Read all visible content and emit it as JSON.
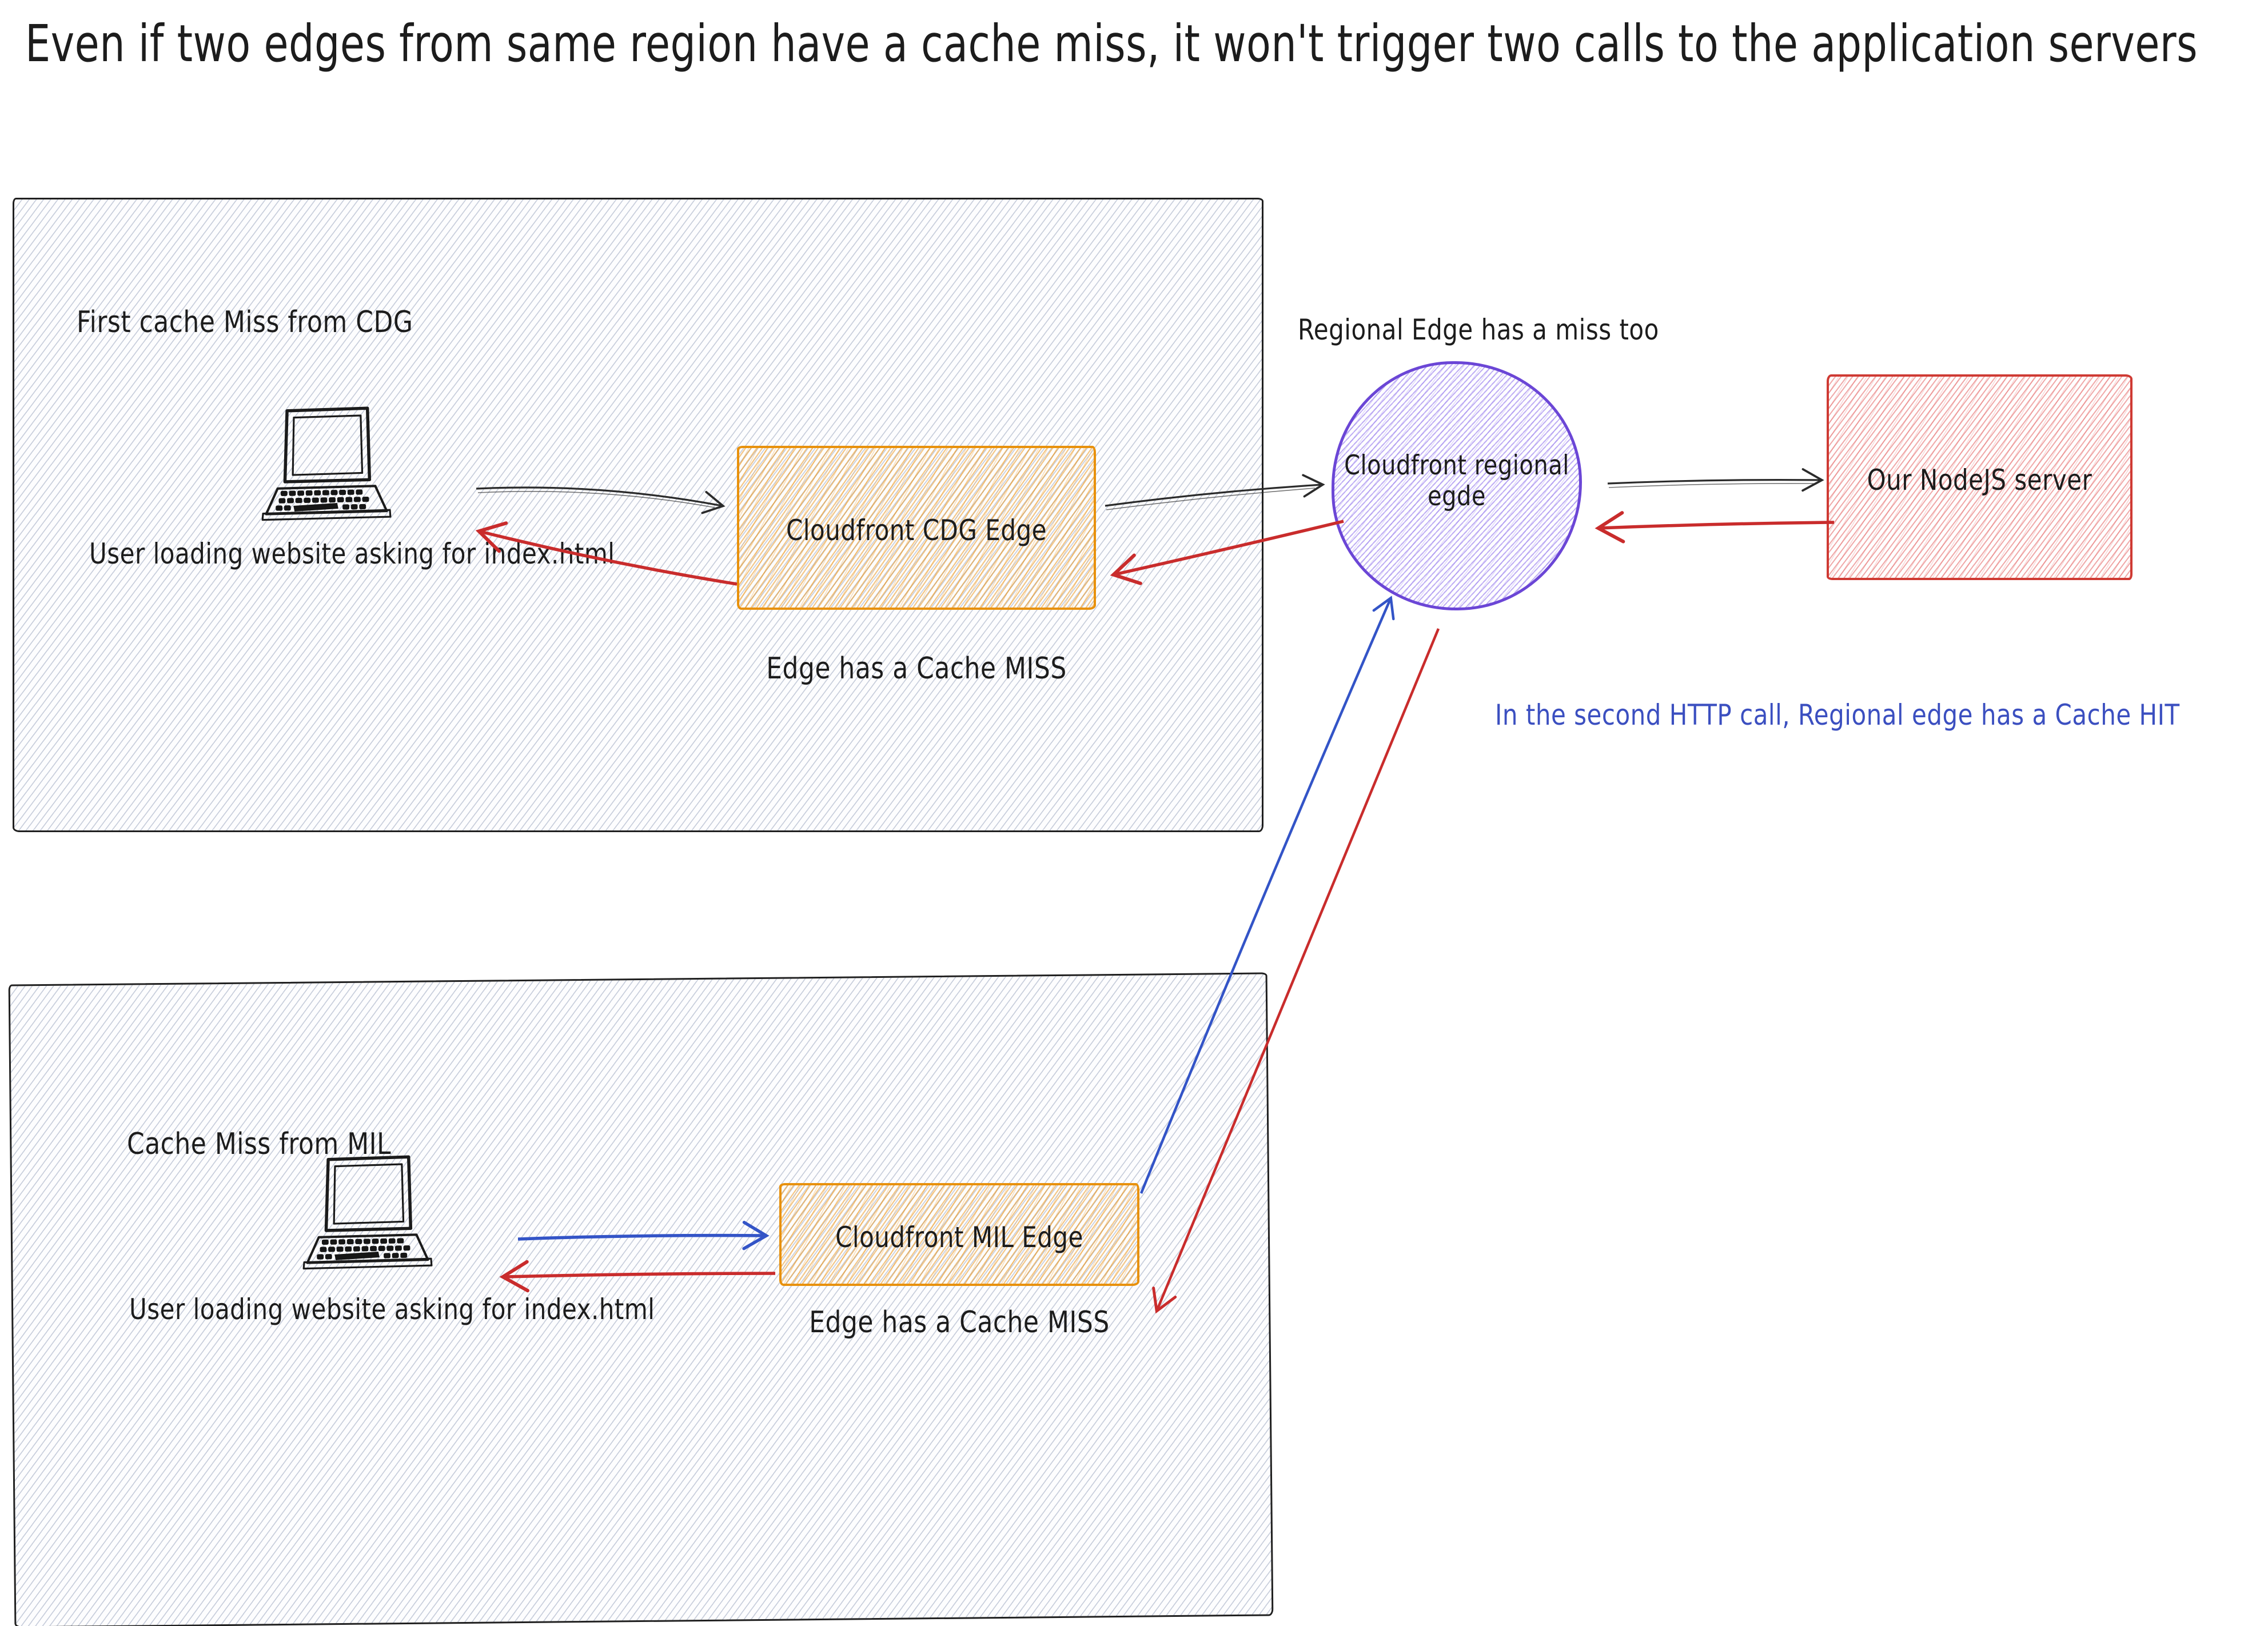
{
  "title": "Even if two edges from same region have a cache miss, it won't trigger two calls to the application servers",
  "regions": {
    "cdg": {
      "label": "First cache Miss from CDG",
      "user_caption": "User loading website asking for index.html",
      "edge_label": "Cloudfront CDG Edge",
      "edge_status": "Edge has a Cache MISS"
    },
    "mil": {
      "label": "Cache Miss from MIL",
      "user_caption": "User loading website asking for index.html",
      "edge_label": "Cloudfront MIL Edge",
      "edge_status": "Edge has a Cache MISS"
    }
  },
  "regional_edge": {
    "caption": "Regional Edge has a miss too",
    "label_line1": "Cloudfront regional",
    "label_line2": "egde"
  },
  "origin_server": {
    "label": "Our NodeJS server"
  },
  "annotations": {
    "cache_hit_note": "In the second HTTP call, Regional edge has a Cache HIT"
  },
  "icons": {
    "laptop": "laptop-icon"
  },
  "colors": {
    "edge_box_orange": "#e8910c",
    "origin_box_red": "#cf3a33",
    "regional_circle_violet": "#6b46d6",
    "request_arrow_black": "#2b2b2b",
    "request_arrow_blue": "#3354c7",
    "response_arrow_red": "#c92c2c",
    "note_blue": "#3b4fc0",
    "frame_hatch_gray": "#97a3bc"
  }
}
